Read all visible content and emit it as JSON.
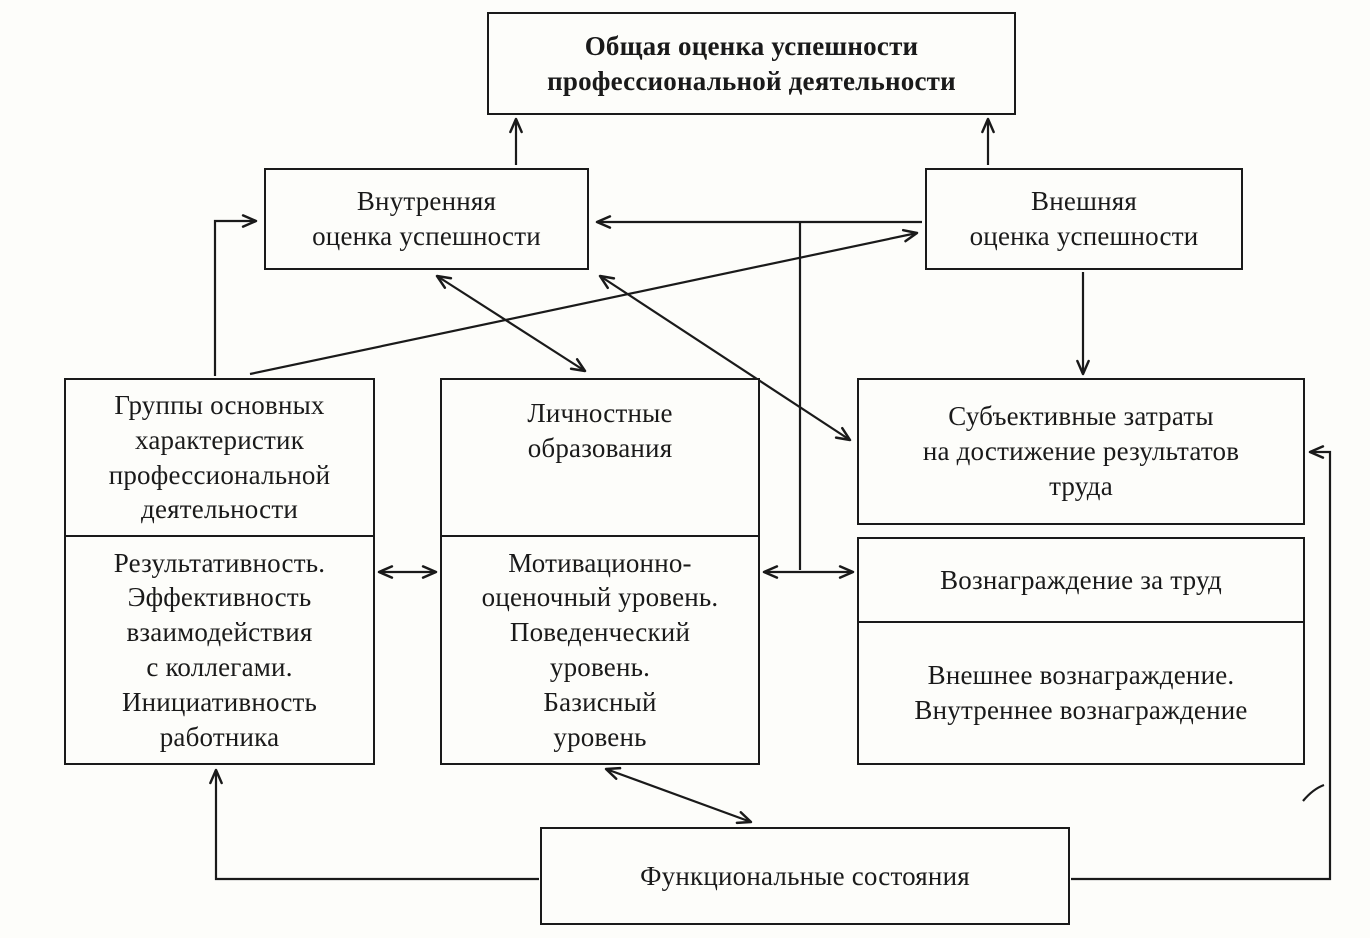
{
  "nodes": {
    "general": {
      "text": "Общая оценка успешности\nпрофессиональной деятельности"
    },
    "inner": {
      "text": "Внутренняя\nоценка успешности"
    },
    "outer": {
      "text": "Внешняя\nоценка успешности"
    },
    "groups": {
      "text": "Группы основных\nхарактеристик\nпрофессиональной\nдеятельности"
    },
    "efficiency": {
      "text": "Результативность.\nЭффективность\nвзаимодействия\nс коллегами.\nИнициативность\nработника"
    },
    "personal": {
      "text": "Личностные\nобразования"
    },
    "levels": {
      "text": "Мотивационно-\nоценочный уровень.\nПоведенческий\nуровень.\nБазисный\nуровень"
    },
    "subjective": {
      "text": "Субъективные затраты\nна достижение результатов\nтруда"
    },
    "reward": {
      "text": "Вознаграждение за труд"
    },
    "reward_types": {
      "text": "Внешнее вознаграждение.\nВнутреннее вознаграждение"
    },
    "functional": {
      "text": "Функциональные состояния"
    }
  },
  "edges": [
    {
      "from": "inner",
      "to": "general",
      "arrows": "single"
    },
    {
      "from": "outer",
      "to": "general",
      "arrows": "single"
    },
    {
      "from": "outer",
      "to": "subjective",
      "arrows": "single"
    },
    {
      "from": "outer",
      "to": "inner",
      "arrows": "single"
    },
    {
      "from": "reward",
      "to": "inner",
      "arrows": "branch"
    },
    {
      "from": "groups",
      "to": "outer",
      "arrows": "single"
    },
    {
      "from": "groups",
      "to": "inner",
      "arrows": "single"
    },
    {
      "from": "inner",
      "to": "personal",
      "arrows": "double"
    },
    {
      "from": "inner",
      "to": "subjective",
      "arrows": "double"
    },
    {
      "from": "efficiency",
      "to": "levels",
      "arrows": "double"
    },
    {
      "from": "levels",
      "to": "reward",
      "arrows": "double"
    },
    {
      "from": "levels",
      "to": "functional",
      "arrows": "double"
    },
    {
      "from": "functional",
      "to": "efficiency",
      "arrows": "single"
    },
    {
      "from": "functional",
      "to": "subjective",
      "arrows": "single"
    }
  ],
  "colors": {
    "ink": "#1a1a1a",
    "background": "#fdfdfa"
  }
}
